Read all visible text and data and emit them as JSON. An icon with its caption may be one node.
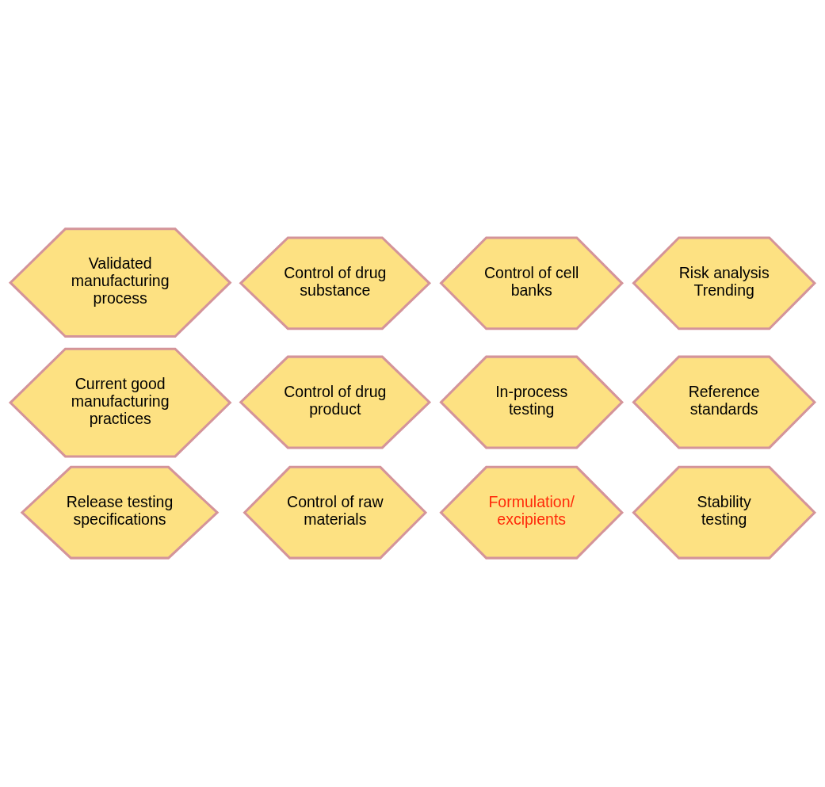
{
  "diagram": {
    "nodes": [
      {
        "text": [
          "Control of raw materials"
        ]
      },
      {
        "text": [
          "Control of cell banks"
        ]
      },
      {
        "text": [
          "Validated manufacturing process"
        ]
      },
      {
        "text": [
          "In-process testing"
        ]
      },
      {
        "text": [
          "Control of drug substance"
        ]
      },
      {
        "text": [
          "Current good manufacturing practices"
        ]
      },
      {
        "text": [
          "Formulation/ excipients"
        ]
      },
      {
        "text": [
          "Control of drug product"
        ]
      },
      {
        "text": [
          "Risk analysis Trending"
        ]
      },
      {
        "text": [
          "Reference standards"
        ]
      },
      {
        "text": [
          "Release testing specifications"
        ]
      },
      {
        "text": [
          "Stability testing"
        ]
      }
    ]
  }
}
